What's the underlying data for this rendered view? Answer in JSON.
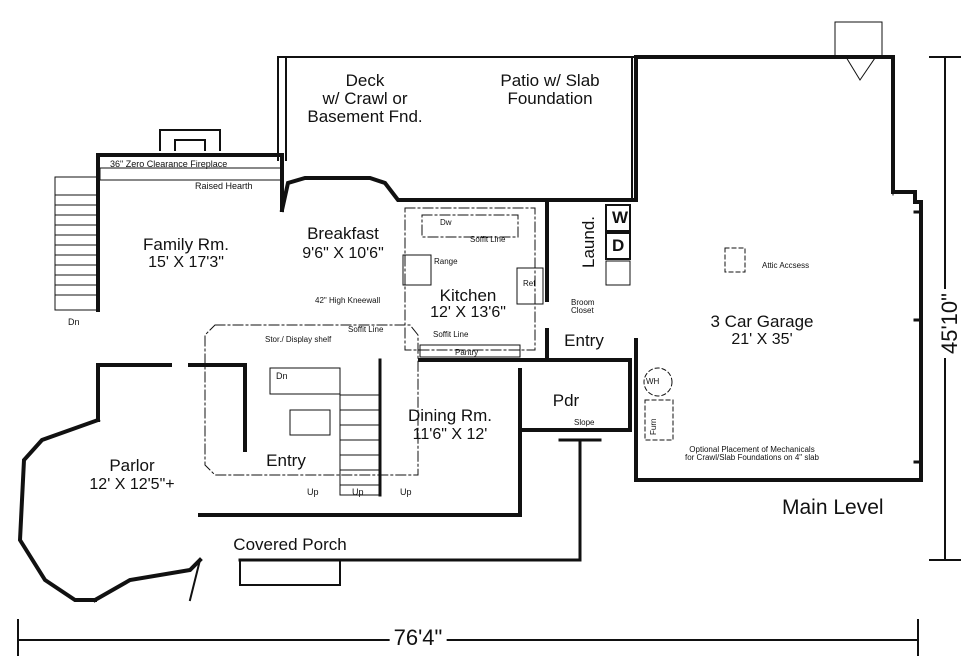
{
  "rooms": {
    "deck": [
      "Deck",
      "w/ Crawl or",
      "Basement Fnd."
    ],
    "patio": [
      "Patio w/ Slab",
      "Foundation"
    ],
    "family": {
      "name": "Family Rm.",
      "size": "15' X 17'3\""
    },
    "breakfast": {
      "name": "Breakfast",
      "size": "9'6\" X 10'6\""
    },
    "kitchen": {
      "name": "Kitchen",
      "size": "12' X 13'6\""
    },
    "laundry": "Laund.",
    "garage": {
      "name": "3 Car Garage",
      "size": "21' X 35'"
    },
    "entry_rear": "Entry",
    "entry_front": "Entry",
    "pdr": "Pdr",
    "dining": {
      "name": "Dining Rm.",
      "size": "11'6\" X 12'"
    },
    "parlor": {
      "name": "Parlor",
      "size": "12' X 12'5\"+"
    },
    "porch": "Covered Porch"
  },
  "notes": {
    "fireplace": "36\" Zero Clearance Fireplace",
    "hearth": "Raised Hearth",
    "kneewall": "42\" High Kneewall",
    "soffit_kitchen": "Soffit Line",
    "soffit_upper": "Soffit Line",
    "soffit_lower": "Soffit Line",
    "shelf": "Stor./ Display shelf",
    "pantry": "Pantry",
    "broom": [
      "Broom",
      "Closet"
    ],
    "attic": "Attic Accsess",
    "mechanicals": [
      "Optional Placement of Mechanicals",
      "for Crawl/Slab Foundations on 4\" slab"
    ],
    "slope": "Slope",
    "dw": "Dw",
    "range": "Range",
    "ref": "Ref",
    "wh": "WH",
    "furn": "Furn",
    "washer": "W",
    "dryer": "D"
  },
  "stairs": {
    "dn_left": "Dn",
    "dn_center": "Dn",
    "up1": "Up",
    "up2": "Up",
    "up3": "Up"
  },
  "dimensions": {
    "width": "76'4\"",
    "depth": "45'10\""
  },
  "level": "Main Level"
}
